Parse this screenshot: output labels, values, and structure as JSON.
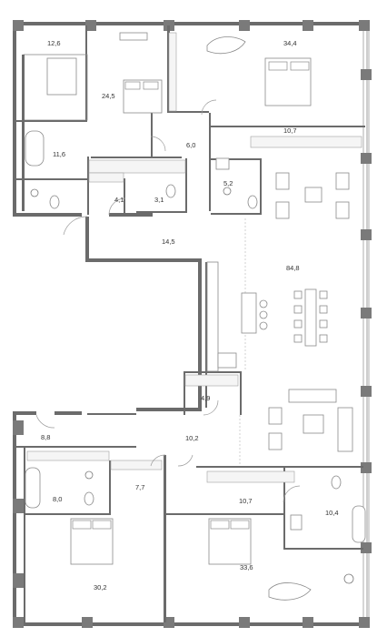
{
  "floor_plan": {
    "rooms": [
      {
        "id": "room-12-6",
        "area": "12,6"
      },
      {
        "id": "room-24-5",
        "area": "24,5"
      },
      {
        "id": "room-34-4",
        "area": "34,4"
      },
      {
        "id": "room-11-6",
        "area": "11,6"
      },
      {
        "id": "room-6-0",
        "area": "6,0"
      },
      {
        "id": "room-10-7-top",
        "area": "10,7"
      },
      {
        "id": "room-4-1",
        "area": "4,1"
      },
      {
        "id": "room-3-1",
        "area": "3,1"
      },
      {
        "id": "room-5-2",
        "area": "5,2"
      },
      {
        "id": "room-14-5",
        "area": "14,5"
      },
      {
        "id": "room-84-8",
        "area": "84,8"
      },
      {
        "id": "room-4-9",
        "area": "4,9"
      },
      {
        "id": "room-8-8",
        "area": "8,8"
      },
      {
        "id": "room-10-2",
        "area": "10,2"
      },
      {
        "id": "room-7-7",
        "area": "7,7"
      },
      {
        "id": "room-8-0",
        "area": "8,0"
      },
      {
        "id": "room-10-7-bottom",
        "area": "10,7"
      },
      {
        "id": "room-10-4",
        "area": "10,4"
      },
      {
        "id": "room-30-2",
        "area": "30,2"
      },
      {
        "id": "room-33-6",
        "area": "33,6"
      }
    ]
  }
}
